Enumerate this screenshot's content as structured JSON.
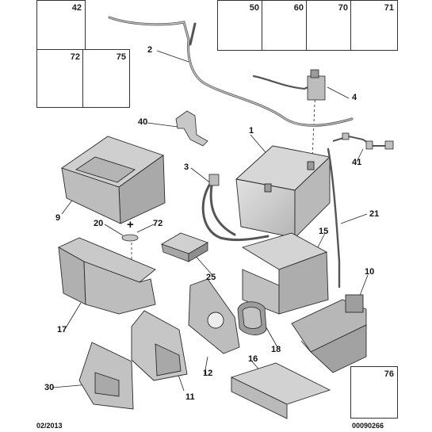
{
  "header_boxes": [
    {
      "num": "42",
      "icon": "cable-clip-icon"
    },
    {
      "num": "50",
      "icon": "heat-shield-sleeve-icon"
    },
    {
      "num": "60",
      "icon": "hose-clamp-icon"
    },
    {
      "num": "70",
      "icon": "flange-screw-icon"
    },
    {
      "num": "71",
      "icon": "stud-screw-icon"
    },
    {
      "num": "72",
      "icon": "flange-bolt-icon"
    },
    {
      "num": "75",
      "icon": "flange-nut-icon"
    },
    {
      "num": "76",
      "icon": "flange-nut-icon"
    }
  ],
  "callouts": [
    "1",
    "2",
    "3",
    "4",
    "9",
    "10",
    "11",
    "12",
    "15",
    "16",
    "17",
    "18",
    "20",
    "72",
    "21",
    "25",
    "30",
    "40",
    "41"
  ],
  "footer": {
    "date": "02/2013",
    "ref": "00090266"
  },
  "colors": {
    "part_fill": "#d0d0d0",
    "part_dark": "#a6a6a6",
    "stroke": "#2a2a2a"
  }
}
